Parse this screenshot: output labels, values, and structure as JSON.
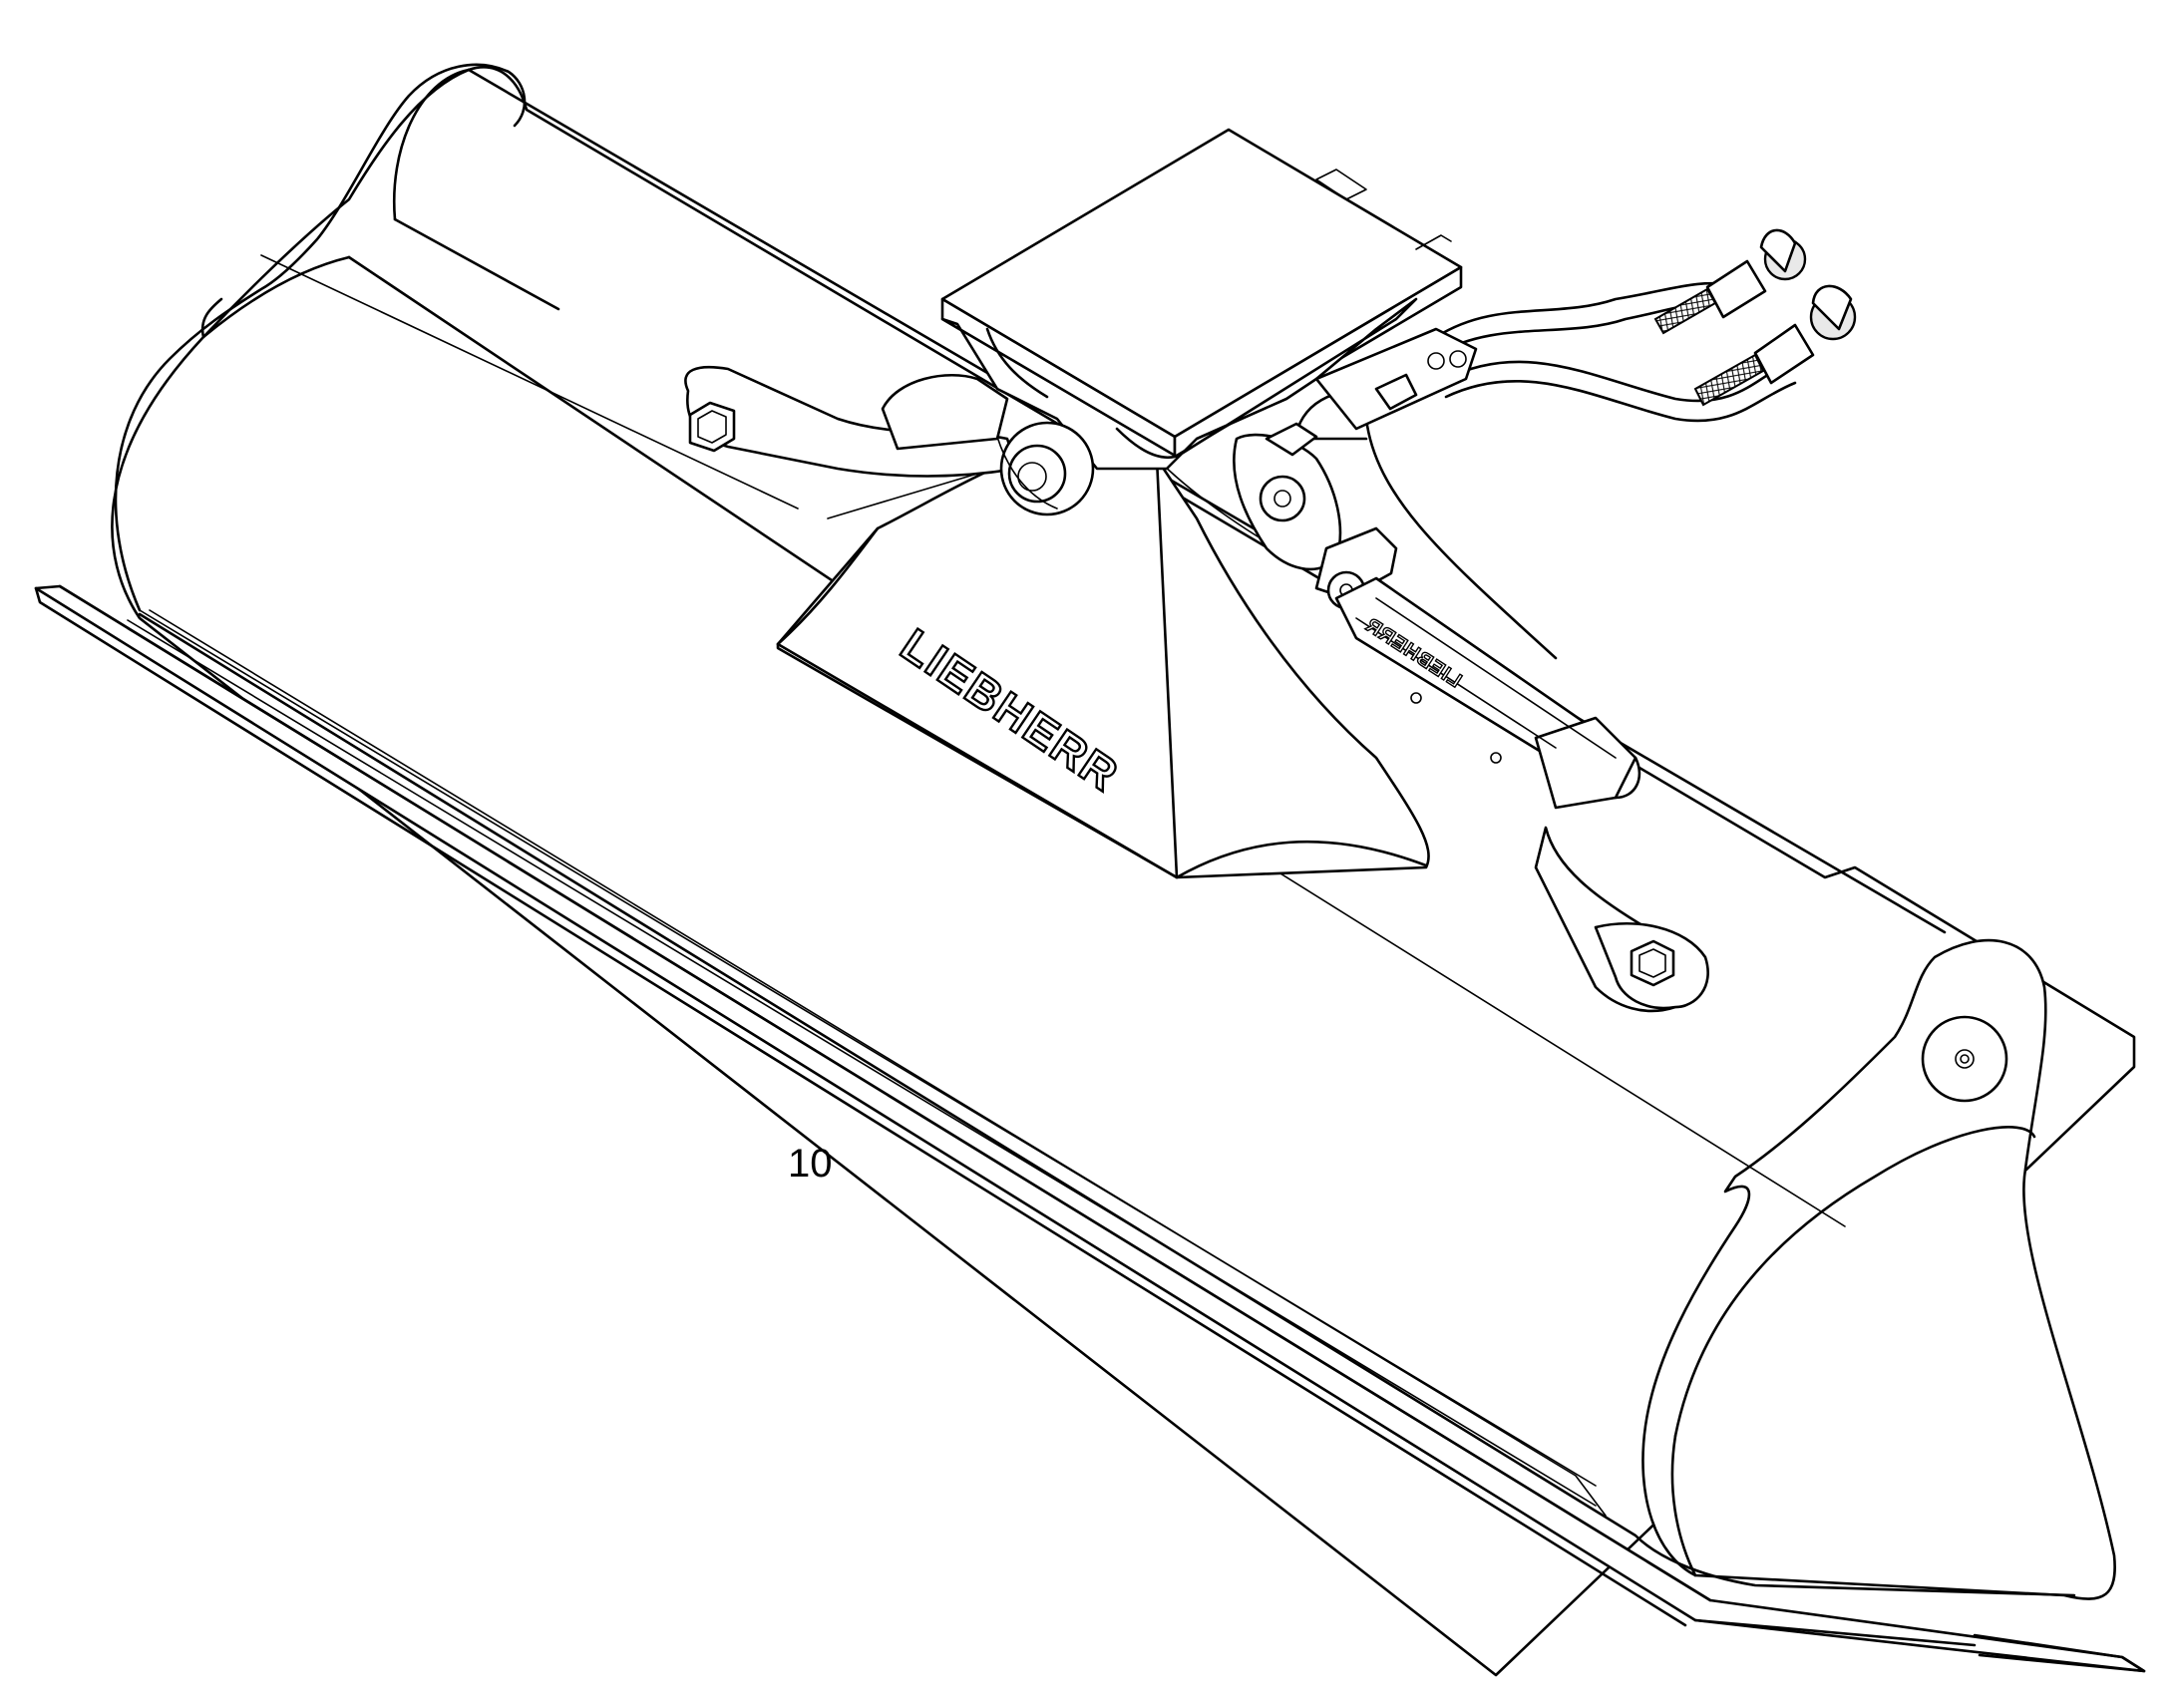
{
  "figure": {
    "callout_number": "10",
    "brand_logo_main": "LIEBHERR",
    "brand_logo_cylinder": "LIEBHERR"
  },
  "colors": {
    "line": "#000000",
    "background": "#ffffff"
  }
}
